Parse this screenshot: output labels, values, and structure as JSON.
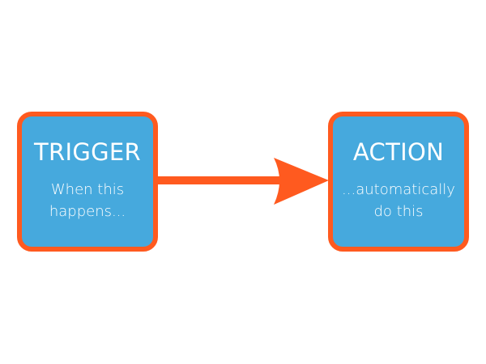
{
  "diagram": {
    "colors": {
      "box_fill": "#46a9dd",
      "box_border": "#ff5a1f",
      "arrow": "#ff5a1f",
      "text": "#ffffff",
      "background": "#ffffff"
    },
    "trigger": {
      "title": "TRIGGER",
      "line1": "When this",
      "line2": "happens..."
    },
    "action": {
      "title": "ACTION",
      "line1": "...automatically",
      "line2": "do this"
    },
    "connector": {
      "icon": "arrow-right-icon",
      "from": "trigger",
      "to": "action"
    }
  }
}
